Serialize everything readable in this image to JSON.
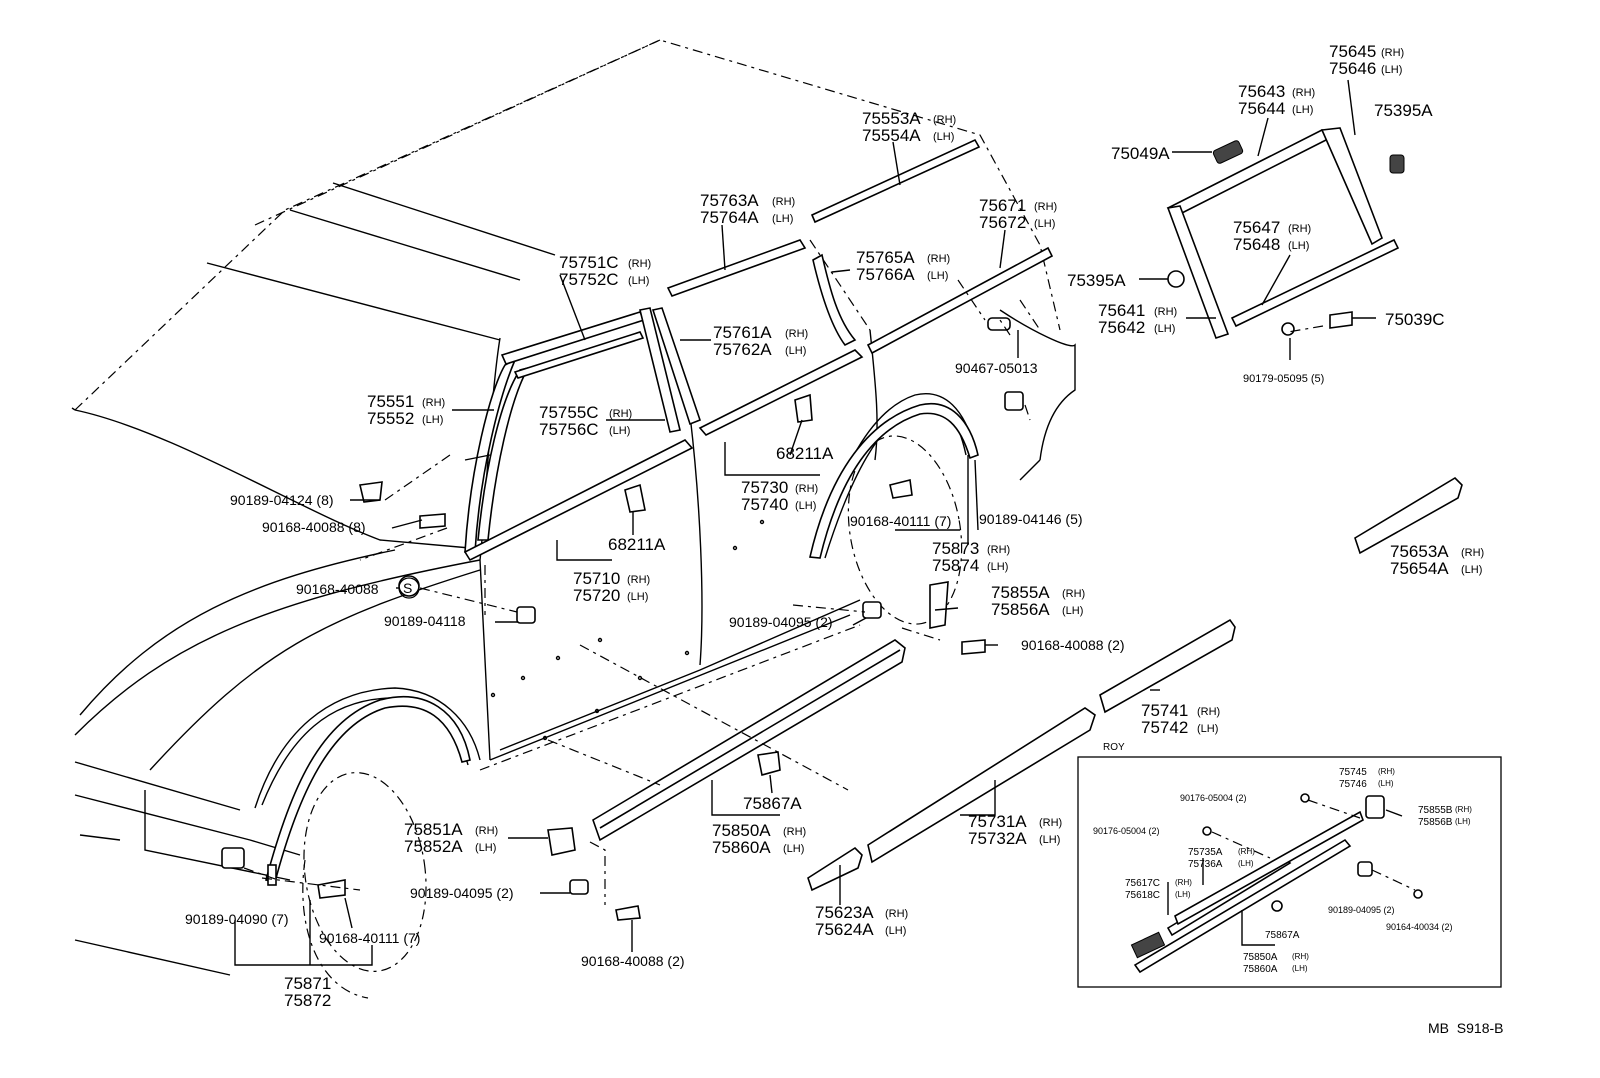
{
  "diagram_code": "MB  S918-B",
  "inset_title": "ROY",
  "callouts": {
    "c75645": {
      "part": "75645",
      "tag": "(RH)"
    },
    "c75646": {
      "part": "75646",
      "tag": "(LH)"
    },
    "c75643": {
      "part": "75643",
      "tag": "(RH)"
    },
    "c75644": {
      "part": "75644",
      "tag": "(LH)"
    },
    "c75395a_top": {
      "part": "75395A"
    },
    "c75049a": {
      "part": "75049A"
    },
    "c75647": {
      "part": "75647",
      "tag": "(RH)"
    },
    "c75648": {
      "part": "75648",
      "tag": "(LH)"
    },
    "c75395a_mid": {
      "part": "75395A"
    },
    "c75641": {
      "part": "75641",
      "tag": "(RH)"
    },
    "c75642": {
      "part": "75642",
      "tag": "(LH)"
    },
    "c75039c": {
      "part": "75039C"
    },
    "c90179": {
      "part": "90179-05095 (5)"
    },
    "c75553a": {
      "part": "75553A",
      "tag": "(RH)"
    },
    "c75554a": {
      "part": "75554A",
      "tag": "(LH)"
    },
    "c75763a": {
      "part": "75763A",
      "tag": "(RH)"
    },
    "c75764a": {
      "part": "75764A",
      "tag": "(LH)"
    },
    "c75671": {
      "part": "75671",
      "tag": "(RH)"
    },
    "c75672": {
      "part": "75672",
      "tag": "(LH)"
    },
    "c75751c": {
      "part": "75751C",
      "tag": "(RH)"
    },
    "c75752c": {
      "part": "75752C",
      "tag": "(LH)"
    },
    "c75765a": {
      "part": "75765A",
      "tag": "(RH)"
    },
    "c75766a": {
      "part": "75766A",
      "tag": "(LH)"
    },
    "c75761a": {
      "part": "75761A",
      "tag": "(RH)"
    },
    "c75762a": {
      "part": "75762A",
      "tag": "(LH)"
    },
    "c90467": {
      "part": "90467-05013"
    },
    "c75551": {
      "part": "75551",
      "tag": "(RH)"
    },
    "c75552": {
      "part": "75552",
      "tag": "(LH)"
    },
    "c75755c": {
      "part": "75755C",
      "tag": "(RH)"
    },
    "c75756c": {
      "part": "75756C",
      "tag": "(LH)"
    },
    "c68211a_1": {
      "part": "68211A"
    },
    "c75730": {
      "part": "75730",
      "tag": "(RH)"
    },
    "c75740": {
      "part": "75740",
      "tag": "(LH)"
    },
    "c90189_04124": {
      "part": "90189-04124 (8)"
    },
    "c90168_40088_8": {
      "part": "90168-40088 (8)"
    },
    "c68211a_2": {
      "part": "68211A"
    },
    "c90168_40111_a": {
      "part": "90168-40111 (7)"
    },
    "c90189_04146": {
      "part": "90189-04146 (5)"
    },
    "c75873": {
      "part": "75873",
      "tag": "(RH)"
    },
    "c75874": {
      "part": "75874",
      "tag": "(LH)"
    },
    "c75653a": {
      "part": "75653A",
      "tag": "(RH)"
    },
    "c75654a": {
      "part": "75654A",
      "tag": "(LH)"
    },
    "c90168_40088_s": {
      "part": "90168-40088"
    },
    "s_symbol": {
      "part": "S"
    },
    "c75710": {
      "part": "75710",
      "tag": "(RH)"
    },
    "c75720": {
      "part": "75720",
      "tag": "(LH)"
    },
    "c75855a": {
      "part": "75855A",
      "tag": "(RH)"
    },
    "c75856a": {
      "part": "75856A",
      "tag": "(LH)"
    },
    "c90189_04118": {
      "part": "90189-04118"
    },
    "c90189_04095_a": {
      "part": "90189-04095 (2)"
    },
    "c90168_40088_2a": {
      "part": "90168-40088 (2)"
    },
    "c75741": {
      "part": "75741",
      "tag": "(RH)"
    },
    "c75742": {
      "part": "75742",
      "tag": "(LH)"
    },
    "c75867a": {
      "part": "75867A"
    },
    "c75851a": {
      "part": "75851A",
      "tag": "(RH)"
    },
    "c75852a": {
      "part": "75852A",
      "tag": "(LH)"
    },
    "c75850a": {
      "part": "75850A",
      "tag": "(RH)"
    },
    "c75860a": {
      "part": "75860A",
      "tag": "(LH)"
    },
    "c75731a": {
      "part": "75731A",
      "tag": "(RH)"
    },
    "c75732a": {
      "part": "75732A",
      "tag": "(LH)"
    },
    "c90189_04095_b": {
      "part": "90189-04095 (2)"
    },
    "c90189_04090": {
      "part": "90189-04090 (7)"
    },
    "c90168_40111_b": {
      "part": "90168-40111 (7)"
    },
    "c75623a": {
      "part": "75623A",
      "tag": "(RH)"
    },
    "c75624a": {
      "part": "75624A",
      "tag": "(LH)"
    },
    "c90168_40088_2b": {
      "part": "90168-40088 (2)"
    },
    "c75871": {
      "part": "75871"
    },
    "c75872": {
      "part": "75872"
    }
  },
  "inset_callouts": {
    "i75745": {
      "part": "75745",
      "tag": "(RH)"
    },
    "i75746": {
      "part": "75746",
      "tag": "(LH)"
    },
    "i90176_a": {
      "part": "90176-05004 (2)"
    },
    "i75855b": {
      "part": "75855B",
      "tag": "(RH)"
    },
    "i75856b": {
      "part": "75856B",
      "tag": "(LH)"
    },
    "i90176_b": {
      "part": "90176-05004 (2)"
    },
    "i75735a": {
      "part": "75735A",
      "tag": "(RH)"
    },
    "i75736a": {
      "part": "75736A",
      "tag": "(LH)"
    },
    "i75617c": {
      "part": "75617C",
      "tag": "(RH)"
    },
    "i75618c": {
      "part": "75618C",
      "tag": "(LH)"
    },
    "i90189_04095": {
      "part": "90189-04095 (2)"
    },
    "i90164_40034": {
      "part": "90164-40034 (2)"
    },
    "i75867a": {
      "part": "75867A"
    },
    "i75850a": {
      "part": "75850A",
      "tag": "(RH)"
    },
    "i75860a": {
      "part": "75860A",
      "tag": "(LH)"
    }
  }
}
